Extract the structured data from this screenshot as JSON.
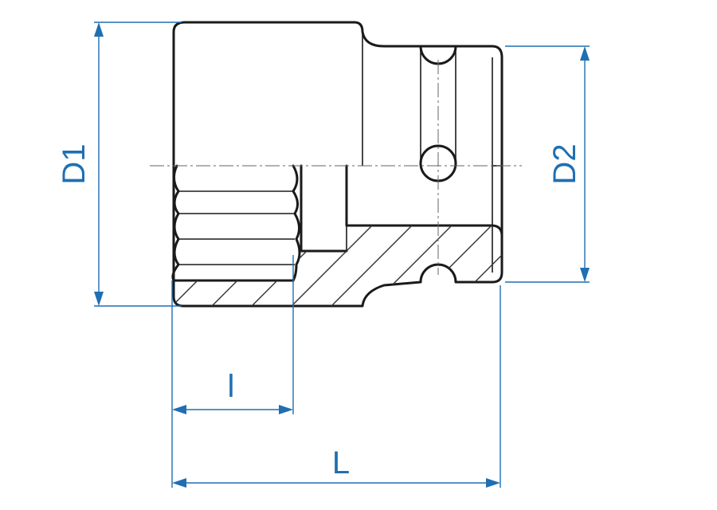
{
  "diagram": {
    "labels": {
      "d1": "D1",
      "d2": "D2",
      "l_small": "l",
      "l_large": "L"
    },
    "colors": {
      "dimension": "#1f6fb2",
      "outline": "#1a1a1a",
      "background": "#ffffff"
    }
  }
}
